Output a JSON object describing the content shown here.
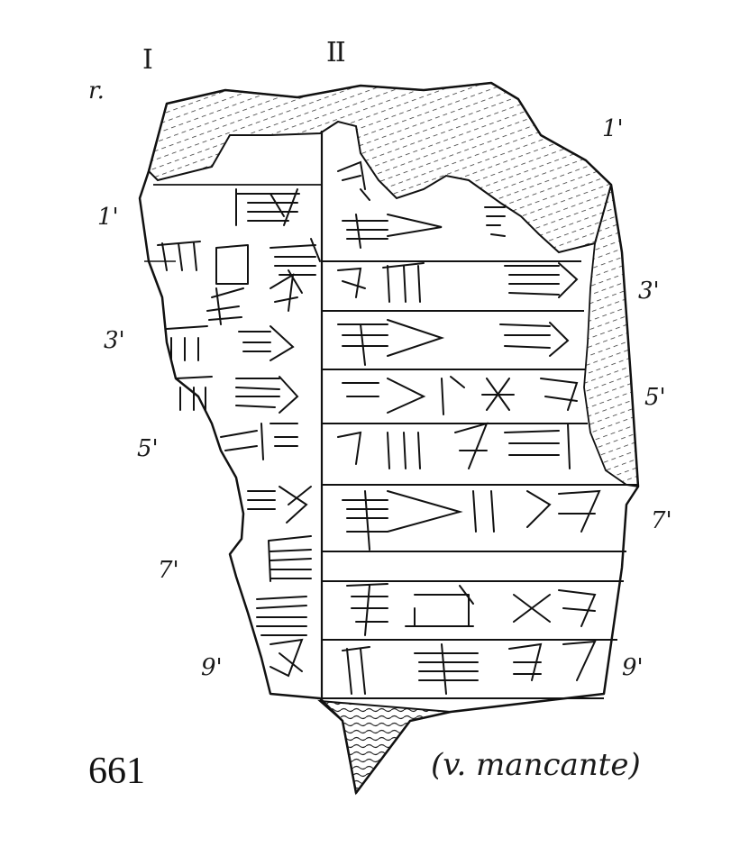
{
  "columns": {
    "col1": "I",
    "col2": "II"
  },
  "side": "r.",
  "line_numbers": {
    "left": [
      "1'",
      "3'",
      "5'",
      "7'",
      "9'"
    ],
    "right": [
      "1'",
      "3'",
      "5'",
      "7'",
      "9'"
    ]
  },
  "plate_number": "661",
  "note": "(v. mancante)",
  "colors": {
    "ink": "#1a1a1a",
    "paper": "#ffffff"
  }
}
